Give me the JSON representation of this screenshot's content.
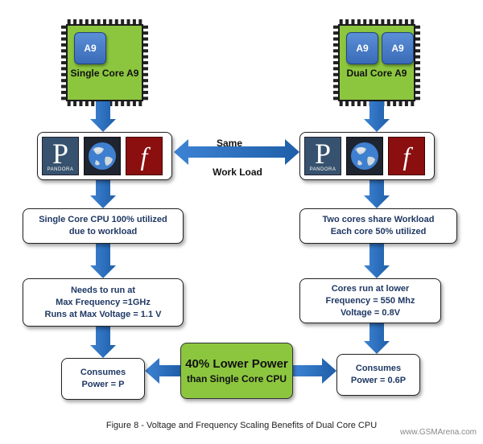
{
  "left": {
    "chip_cores": [
      "A9"
    ],
    "chip_label": "Single Core A9",
    "apps": [
      "PANDORA"
    ],
    "step1": [
      "Single Core CPU 100% utilized",
      "due to workload"
    ],
    "step2": [
      "Needs to run at",
      "Max Frequency =1GHz",
      "Runs at Max Voltage  = 1.1 V"
    ],
    "result": [
      "Consumes",
      "Power = P"
    ]
  },
  "right": {
    "chip_cores": [
      "A9",
      "A9"
    ],
    "chip_label": "Dual Core A9",
    "apps": [
      "PANDORA"
    ],
    "step1": [
      "Two cores share Workload",
      "Each core 50% utilized"
    ],
    "step2": [
      "Cores  run at lower",
      "Frequency = 550 Mhz",
      "Voltage = 0.8V"
    ],
    "result": [
      "Consumes",
      "Power = 0.6P"
    ]
  },
  "middle": {
    "arrow_label_top": "Same",
    "arrow_label_bottom": "Work Load"
  },
  "summary": {
    "line1": "40% Lower Power",
    "line2": "than Single Core CPU"
  },
  "caption": "Figure 8 - Voltage and Frequency Scaling Benefits of Dual Core CPU",
  "watermark": "www.GSMArena.com",
  "colors": {
    "chip_green": "#8cc63f",
    "arrow_blue": "#2e6fbe",
    "text_navy": "#1f3864"
  }
}
